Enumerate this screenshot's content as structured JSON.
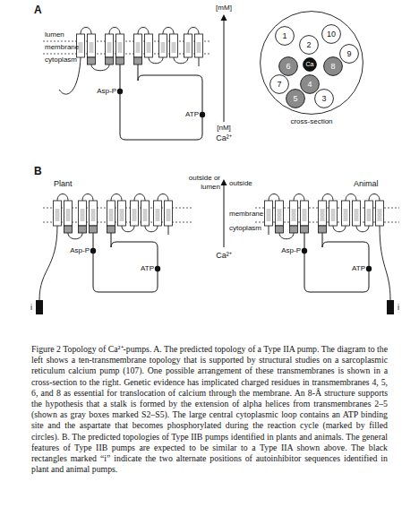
{
  "diagram": {
    "caption": "Figure 2 Topology of Ca²⁺-pumps. A. The predicted topology of a Type IIA pump. The diagram to the left shows a ten-transmembrane topology that is supported by structural studies on a sarcoplasmic reticulum calcium pump (107). One possible arrangement of these transmembranes is shown in a cross-section to the right. Genetic evidence has implicated charged residues in transmembranes 4, 5, 6, and 8 as essential for translocation of calcium through the membrane. An 8-Å structure supports the hypothesis that a stalk is formed by the extension of alpha helices from transmembranes 2–5 (shown as gray boxes marked S2–S5). The large central cytoplasmic loop contains an ATP binding site and the aspartate that becomes phosphorylated during the reaction cycle (marked by filled circles). B. The predicted topologies of Type IIB pumps identified in plants and animals. The general features of Type IIB pumps are expected to be similar to a Type IIA shown above. The black rectangles marked “i” indicate the two alternate positions of autoinhibitor sequences identified in plant and animal pumps.",
    "nodes": [
      {
        "text": [
          "cross-section"
        ]
      },
      {
        "text": [
          "1"
        ],
        "in": 0
      },
      {
        "text": [
          "2"
        ],
        "in": 0
      },
      {
        "text": [
          "10"
        ],
        "in": 0
      },
      {
        "text": [
          "9"
        ],
        "in": 0
      },
      {
        "text": [
          "6"
        ],
        "in": 0
      },
      {
        "text": [
          "Ca"
        ],
        "in": 0
      },
      {
        "text": [
          "8"
        ],
        "in": 0
      },
      {
        "text": [
          "7"
        ],
        "in": 0
      },
      {
        "text": [
          "4"
        ],
        "in": 0
      },
      {
        "text": [
          "5"
        ],
        "in": 0
      },
      {
        "text": [
          "3"
        ],
        "in": 0
      }
    ],
    "labels": [
      "A",
      "lumen",
      "membrane",
      "cytoplasm",
      "Asp-P",
      "ATP",
      "[mM]",
      "[nM]",
      "Ca²⁺",
      "B",
      "outside or lumen",
      "outside",
      "Plant",
      "Animal",
      "membrane",
      "cytoplasm",
      "Asp-P",
      "ATP",
      "Asp-P",
      "ATP",
      "Ca²⁺",
      "i",
      "i"
    ]
  }
}
